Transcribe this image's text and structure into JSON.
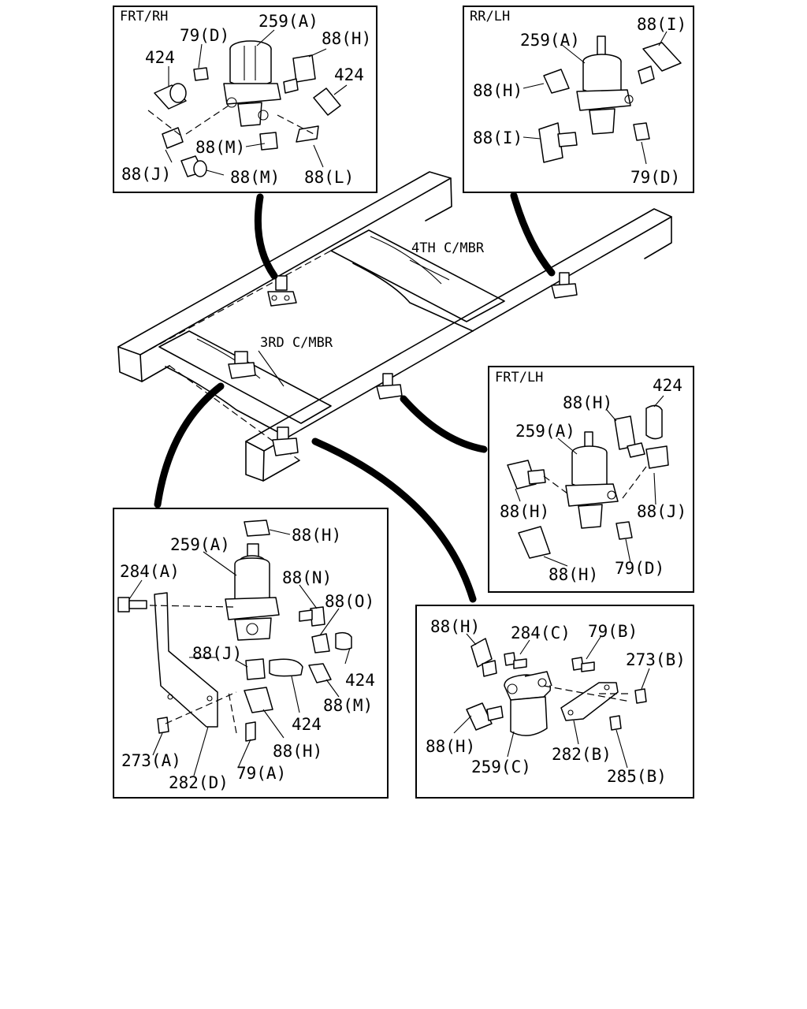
{
  "frame": {
    "fourth_crossmember": "4TH C/MBR",
    "third_crossmember": "3RD C/MBR"
  },
  "panels": {
    "frt_rh": {
      "header": "FRT/RH",
      "labels": [
        "259(A)",
        "79(D)",
        "88(H)",
        "424",
        "424",
        "88(M)",
        "88(J)",
        "88(M)",
        "88(L)"
      ]
    },
    "rr_lh": {
      "header": "RR/LH",
      "labels": [
        "259(A)",
        "88(I)",
        "88(H)",
        "88(I)",
        "79(D)"
      ]
    },
    "frt_lh": {
      "header": "FRT/LH",
      "labels": [
        "424",
        "88(H)",
        "259(A)",
        "88(H)",
        "88(J)",
        "88(H)",
        "79(D)"
      ]
    },
    "lower_left": {
      "labels": [
        "88(H)",
        "259(A)",
        "284(A)",
        "88(N)",
        "88(O)",
        "88(J)",
        "424",
        "88(M)",
        "424",
        "88(H)",
        "273(A)",
        "79(A)",
        "282(D)"
      ]
    },
    "lower_right": {
      "labels": [
        "88(H)",
        "284(C)",
        "79(B)",
        "273(B)",
        "88(H)",
        "282(B)",
        "259(C)",
        "285(B)"
      ]
    }
  }
}
